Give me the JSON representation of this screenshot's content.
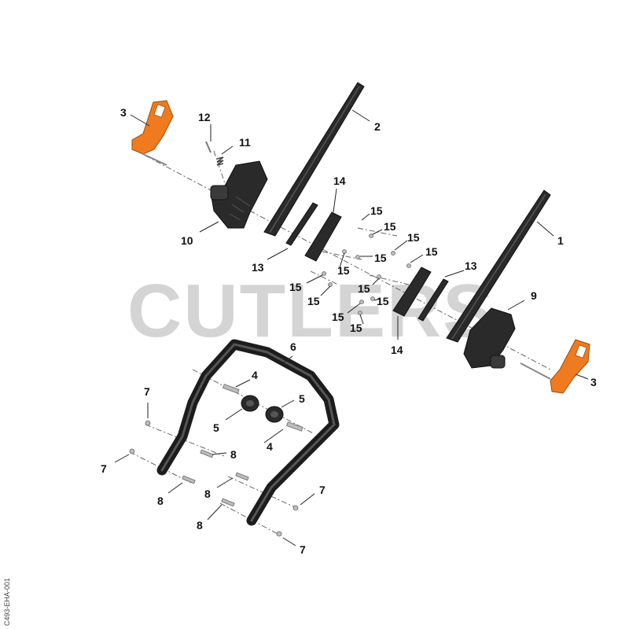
{
  "watermark": "CUTLERS",
  "side_code": "C493-EHA-001",
  "callouts": {
    "c1": "1",
    "c2": "2",
    "c3a": "3",
    "c3b": "3",
    "c4a": "4",
    "c4b": "4",
    "c5a": "5",
    "c5b": "5",
    "c6": "6",
    "c7a": "7",
    "c7b": "7",
    "c7c": "7",
    "c7d": "7",
    "c8a": "8",
    "c8b": "8",
    "c8c": "8",
    "c8d": "8",
    "c9": "9",
    "c10": "10",
    "c11": "11",
    "c12": "12",
    "c13a": "13",
    "c13b": "13",
    "c14a": "14",
    "c14b": "14",
    "c15a": "15",
    "c15b": "15",
    "c15c": "15",
    "c15d": "15",
    "c15e": "15",
    "c15f": "15",
    "c15g": "15",
    "c15h": "15",
    "c15i": "15",
    "c15j": "15",
    "c15k": "15",
    "c15l": "15"
  },
  "colors": {
    "orange_part": "#f07b1e",
    "black_part": "#2a2a2a",
    "watermark": "#d4d4d4"
  }
}
